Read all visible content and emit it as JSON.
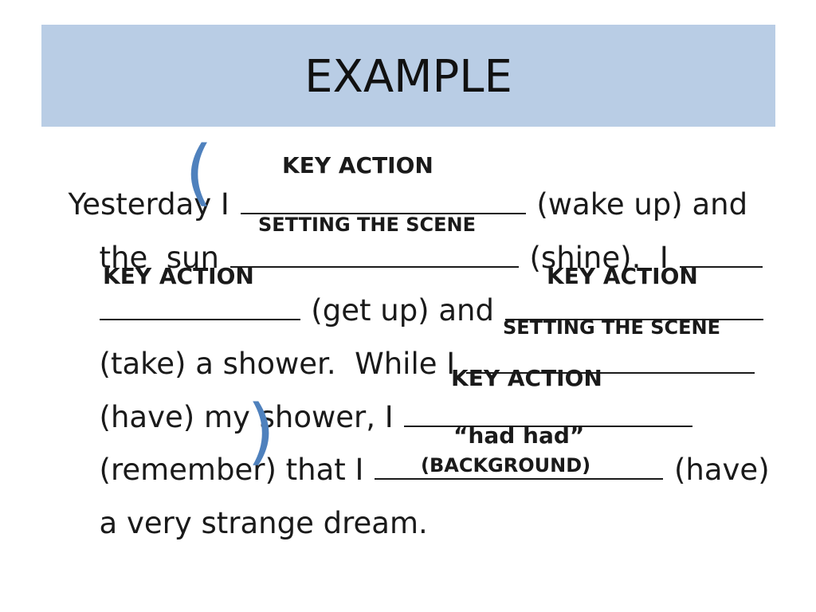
{
  "slide": {
    "title": "EXAMPLE",
    "accent_color": "#b9cde5",
    "paren_color": "#4f81bd"
  },
  "text": {
    "l1_a": "Yesterday",
    "l1_b": " I ",
    "l1_c": " (wake up) and",
    "l2_a": "the  sun ",
    "l2_b": " (shine).  I ",
    "l3_b": " (get up) and ",
    "l4_a": "(take) a shower.  While I ",
    "l5_a": "(have) my shower, I ",
    "l6_a": "(remember) ",
    "l6_b": "that I ",
    "l6_c": " (have)",
    "l7_a": "a very strange dream."
  },
  "annotations": {
    "key_action_1": "KEY ACTION",
    "setting_scene_1": "SETTING THE SCENE",
    "key_action_2": "KEY ACTION",
    "key_action_3": "KEY ACTION",
    "setting_scene_2": "SETTING THE SCENE",
    "key_action_4": "KEY ACTION",
    "had_had": "“had had”",
    "background": "(BACKGROUND)"
  },
  "parens": {
    "open": "(",
    "close": ")"
  }
}
